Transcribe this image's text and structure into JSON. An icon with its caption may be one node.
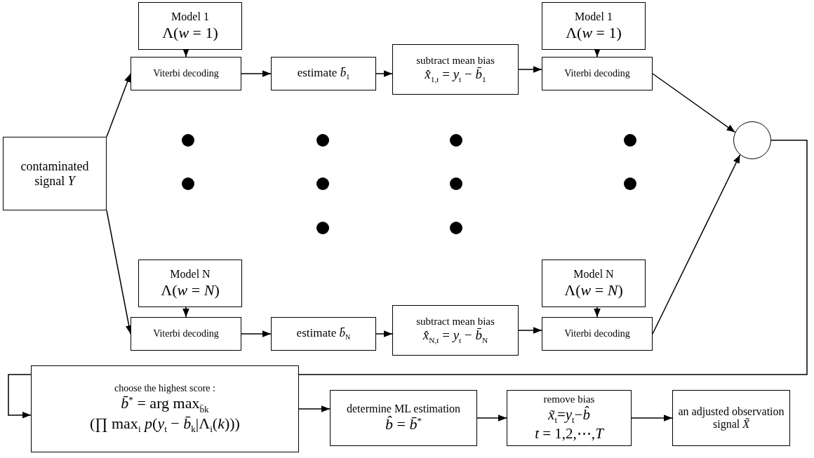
{
  "diagram": {
    "nodes": [
      {
        "text": [
          "contaminated signal *Y*"
        ]
      },
      {
        "text": [
          "Model 1",
          "Λ(*w* = 1)"
        ]
      },
      {
        "text": [
          "Viterbi decoding"
        ]
      },
      {
        "text": [
          "estimate *b̄*$_{1}$"
        ]
      },
      {
        "text": [
          "subtract mean bias",
          "*x̂*$_{1,t}$ = *y*$_{t}$ − *b̄*$_{1}$"
        ]
      },
      {
        "text": [
          "Model 1",
          "Λ(*w* = 1)"
        ]
      },
      {
        "text": [
          "Viterbi decoding"
        ]
      },
      {
        "text": [],
        "shape": "circle"
      },
      {
        "text": [
          "Model N",
          "Λ(*w* = *N*)"
        ]
      },
      {
        "text": [
          "Viterbi decoding"
        ]
      },
      {
        "text": [
          "estimate *b̄*$_{N}$"
        ]
      },
      {
        "text": [
          "subtract mean bias",
          "*x̂*$_{N,t}$ = *y*$_{t}$ − *b̄*$_{N}$"
        ]
      },
      {
        "text": [
          "Model N",
          "Λ(*w* = *N*)"
        ]
      },
      {
        "text": [
          "Viterbi decoding"
        ]
      },
      {
        "text": [
          "choose the highest score :",
          "*b̄*$^{*}$ = arg max$_{b̄k}$",
          "(∏ max$_{i}$ *p*(*y*$_{t}$ − *b̄*$_{k}$|Λ$_{i}$(*k*)))"
        ]
      },
      {
        "text": [
          "determine ML estimation",
          "*b̂* = *b̄*$^{*}$"
        ]
      },
      {
        "text": [
          "remove bias",
          "*x̃*$_{t}$=*y*$_{t}$−*b̂*",
          "*t* = 1,2,⋯,*T*"
        ]
      },
      {
        "text": [
          "an adjusted observation signal *X̃*"
        ]
      }
    ],
    "edges": [
      {
        "from": 0,
        "to": 2,
        "arrow": "to"
      },
      {
        "from": 0,
        "to": 9,
        "arrow": "to"
      },
      {
        "from": 1,
        "to": 2,
        "arrow": "to"
      },
      {
        "from": 2,
        "to": 3,
        "arrow": "to"
      },
      {
        "from": 3,
        "to": 4,
        "arrow": "to"
      },
      {
        "from": 4,
        "to": 6,
        "arrow": "to"
      },
      {
        "from": 5,
        "to": 6,
        "arrow": "to"
      },
      {
        "from": 6,
        "to": 7,
        "arrow": "to"
      },
      {
        "from": 8,
        "to": 9,
        "arrow": "to"
      },
      {
        "from": 9,
        "to": 10,
        "arrow": "to"
      },
      {
        "from": 10,
        "to": 11,
        "arrow": "to"
      },
      {
        "from": 11,
        "to": 13,
        "arrow": "to"
      },
      {
        "from": 12,
        "to": 13,
        "arrow": "to"
      },
      {
        "from": 13,
        "to": 7,
        "arrow": "to"
      },
      {
        "from": 7,
        "to": 14,
        "arrow": "to"
      },
      {
        "from": 14,
        "to": 15,
        "arrow": "to"
      },
      {
        "from": 15,
        "to": 16,
        "arrow": "to"
      },
      {
        "from": 16,
        "to": 17,
        "arrow": "to"
      }
    ]
  }
}
